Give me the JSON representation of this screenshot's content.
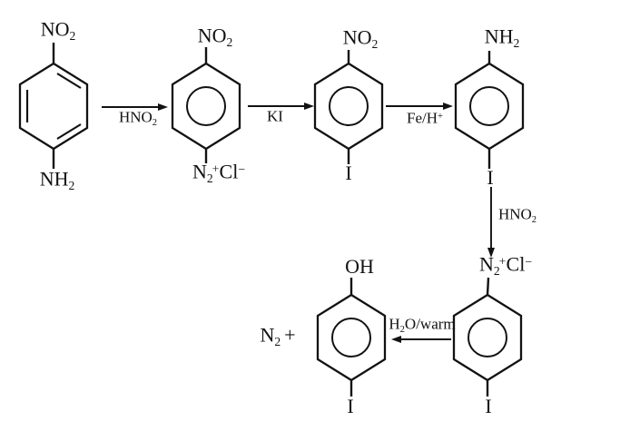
{
  "title": "Aromatic substitution reaction scheme",
  "colors": {
    "ink": "#121212",
    "background": "#ffffff"
  },
  "compounds": {
    "c1": {
      "top": {
        "base": "NO",
        "sub": "2"
      },
      "bottom": {
        "base": "NH",
        "sub": "2"
      }
    },
    "c2": {
      "top": {
        "base": "NO",
        "sub": "2"
      },
      "bottom": {
        "n": "N",
        "nsub": "2",
        "plus": "+",
        "cl": "Cl",
        "minus": "−"
      }
    },
    "c3": {
      "top": {
        "base": "NO",
        "sub": "2"
      },
      "bottom": {
        "text": "I"
      }
    },
    "c4": {
      "top": {
        "base": "NH",
        "sub": "2"
      },
      "bottom": {
        "text": "I"
      }
    },
    "c5": {
      "top": {
        "n": "N",
        "nsub": "2",
        "plus": "+",
        "cl": "Cl",
        "minus": "−"
      },
      "bottom": {
        "text": "I"
      }
    },
    "c6": {
      "top": {
        "text": "OH"
      },
      "bottom": {
        "text": "I"
      }
    }
  },
  "reagents": {
    "step1": {
      "base": "HNO",
      "sub": "2"
    },
    "step2": {
      "text": "KI"
    },
    "step3": {
      "base": "Fe/H",
      "sup": "+"
    },
    "step4": {
      "base": "HNO",
      "sub": "2"
    },
    "step5": {
      "h": "H",
      "hsub": "2",
      "rest": "O/warm"
    }
  },
  "byproduct": {
    "n": "N",
    "sub": "2",
    "plus": "+"
  }
}
